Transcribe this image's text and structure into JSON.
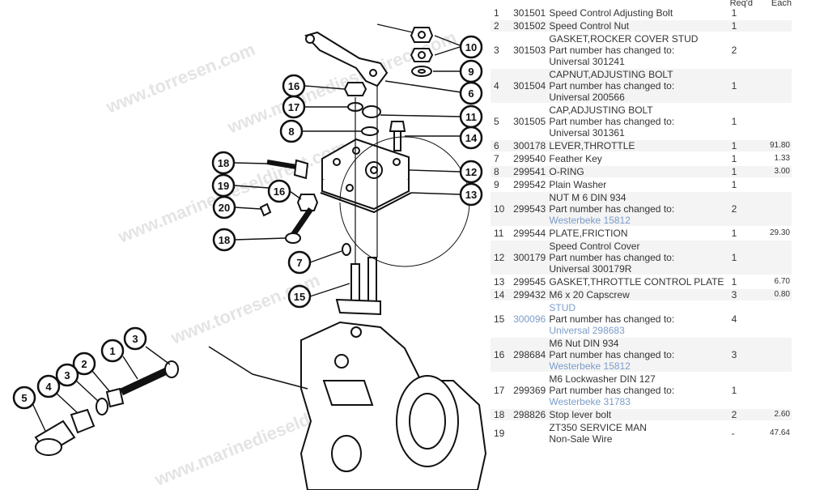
{
  "table": {
    "headers": {
      "req_qty": "Req'd",
      "each": "Each"
    },
    "rows": [
      {
        "index": "1",
        "part": "301501",
        "lines": [
          {
            "text": "Speed Control Adjusting Bolt"
          }
        ],
        "qty": "1",
        "each": ""
      },
      {
        "index": "2",
        "part": "301502",
        "lines": [
          {
            "text": "Speed Control Nut"
          }
        ],
        "qty": "1",
        "each": ""
      },
      {
        "index": "3",
        "part": "301503",
        "lines": [
          {
            "text": "GASKET,ROCKER COVER STUD"
          },
          {
            "text": "Part number has changed to:"
          },
          {
            "text": "Universal 301241"
          }
        ],
        "qty": "2",
        "each": ""
      },
      {
        "index": "4",
        "part": "301504",
        "lines": [
          {
            "text": "CAPNUT,ADJUSTING BOLT"
          },
          {
            "text": "Part number has changed to:"
          },
          {
            "text": "Universal 200566"
          }
        ],
        "qty": "1",
        "each": ""
      },
      {
        "index": "5",
        "part": "301505",
        "lines": [
          {
            "text": "CAP,ADJUSTING BOLT"
          },
          {
            "text": "Part number has changed to:"
          },
          {
            "text": "Universal 301361"
          }
        ],
        "qty": "1",
        "each": ""
      },
      {
        "index": "6",
        "part": "300178",
        "lines": [
          {
            "text": "LEVER,THROTTLE"
          }
        ],
        "qty": "1",
        "each": "91.80"
      },
      {
        "index": "7",
        "part": "299540",
        "lines": [
          {
            "text": "Feather Key"
          }
        ],
        "qty": "1",
        "each": "1.33"
      },
      {
        "index": "8",
        "part": "299541",
        "lines": [
          {
            "text": "O-RING"
          }
        ],
        "qty": "1",
        "each": "3.00"
      },
      {
        "index": "9",
        "part": "299542",
        "lines": [
          {
            "text": "Plain Washer"
          }
        ],
        "qty": "1",
        "each": ""
      },
      {
        "index": "10",
        "part": "299543",
        "lines": [
          {
            "text": "NUT M 6 DIN 934"
          },
          {
            "text": "Part number has changed to:"
          },
          {
            "text": "Westerbeke 15812",
            "link": true
          }
        ],
        "qty": "2",
        "each": ""
      },
      {
        "index": "11",
        "part": "299544",
        "lines": [
          {
            "text": "PLATE,FRICTION"
          }
        ],
        "qty": "1",
        "each": "29.30"
      },
      {
        "index": "12",
        "part": "300179",
        "lines": [
          {
            "text": "Speed Control Cover"
          },
          {
            "text": "Part number has changed to:"
          },
          {
            "text": "Universal 300179R"
          }
        ],
        "qty": "1",
        "each": ""
      },
      {
        "index": "13",
        "part": "299545",
        "lines": [
          {
            "text": "GASKET,THROTTLE CONTROL PLATE"
          }
        ],
        "qty": "1",
        "each": "6.70"
      },
      {
        "index": "14",
        "part": "299432",
        "lines": [
          {
            "text": "M6 x 20 Capscrew"
          }
        ],
        "qty": "3",
        "each": "0.80"
      },
      {
        "index": "15",
        "part": "300096",
        "part_link": true,
        "lines": [
          {
            "text": "STUD",
            "link": true
          },
          {
            "text": "Part number has changed to:"
          },
          {
            "text": "Universal 298683",
            "link": true
          }
        ],
        "qty": "4",
        "each": ""
      },
      {
        "index": "16",
        "part": "298684",
        "lines": [
          {
            "text": "M6 Nut DIN 934"
          },
          {
            "text": "Part number has changed to:"
          },
          {
            "text": "Westerbeke 15812",
            "link": true
          }
        ],
        "qty": "3",
        "each": ""
      },
      {
        "index": "17",
        "part": "299369",
        "lines": [
          {
            "text": "M6 Lockwasher DIN 127"
          },
          {
            "text": "Part number has changed to:"
          },
          {
            "text": "Westerbeke 31783",
            "link": true
          }
        ],
        "qty": "1",
        "each": ""
      },
      {
        "index": "18",
        "part": "298826",
        "lines": [
          {
            "text": "Stop lever bolt"
          }
        ],
        "qty": "2",
        "each": "2.60"
      },
      {
        "index": "19",
        "part": "",
        "lines": [
          {
            "text": "ZT350 SERVICE MAN"
          },
          {
            "text": "Non-Sale Wire"
          }
        ],
        "qty": "-",
        "each": "47.64"
      }
    ]
  },
  "diagram": {
    "watermarks": [
      "www.torresen.com",
      "www.marinedieseldirect.com",
      "www.marinedieseldirect.com",
      "www.torresen.com",
      "www.marinedieseldirect.com"
    ],
    "callouts": [
      "10",
      "9",
      "6",
      "16",
      "17",
      "11",
      "8",
      "14",
      "18",
      "12",
      "19",
      "16",
      "13",
      "20",
      "18",
      "7",
      "15",
      "3",
      "1",
      "2",
      "3",
      "4",
      "5"
    ]
  }
}
